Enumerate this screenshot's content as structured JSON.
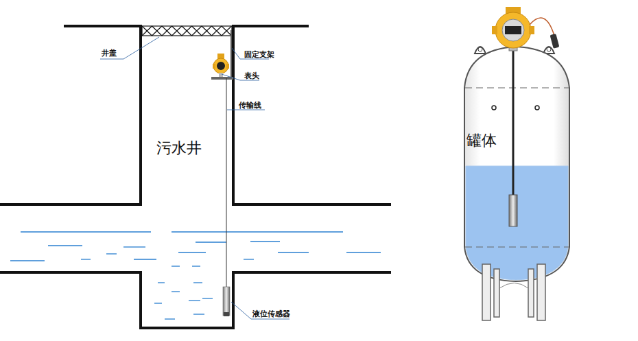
{
  "diagram": {
    "labels": [
      "井盖",
      "固定支架",
      "表头",
      "传输线",
      "污水井",
      "液位传感器",
      "罐体"
    ]
  }
}
